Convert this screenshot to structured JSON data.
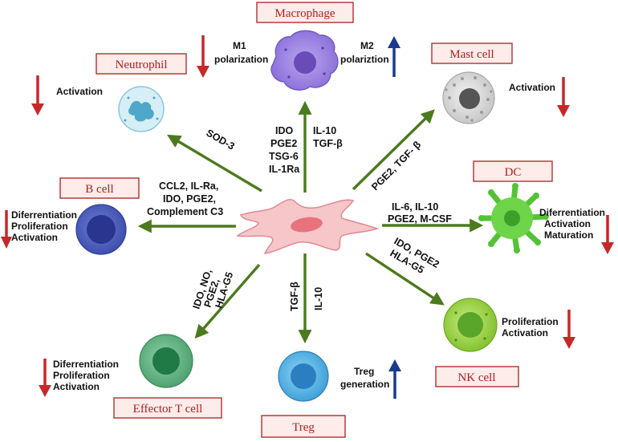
{
  "cells": {
    "macrophage": "Macrophage",
    "neutrophil": "Neutrophil",
    "mast_cell": "Mast cell",
    "dc": "DC",
    "b_cell": "B cell",
    "nk_cell": "NK cell",
    "effector_t_cell": "Effector T cell",
    "treg": "Treg"
  },
  "factors": {
    "macrophage": [
      "IDO",
      "PGE2",
      "TSG-6",
      "IL-1Ra"
    ],
    "macrophage_right": [
      "IL-10",
      "TGF-β"
    ],
    "neutrophil": "SOD-3",
    "mast_cell": "PGE2, TGF- β",
    "dc": [
      "IL-6, IL-10",
      "PGE2, M-CSF"
    ],
    "b_cell": [
      "CCL2, IL-Ra,",
      "IDO, PGE2,",
      "Complement C3"
    ],
    "nk_cell": [
      "IDO, PGE2",
      "HLA-G5"
    ],
    "effector_t_cell": [
      "IDO, NO,",
      "PGE2,",
      "HLA-G5"
    ],
    "treg": [
      "TGF-β",
      "IL-10"
    ]
  },
  "effects": {
    "macrophage_m1": [
      "M1",
      "polarization"
    ],
    "macrophage_m2": [
      "M2",
      "polariztion"
    ],
    "neutrophil": "Activation",
    "mast_cell": "Activation",
    "dc": [
      "Diferrentiation",
      "Activation",
      "Maturation"
    ],
    "b_cell": [
      "Diferrentiation",
      "Proliferation",
      "Activation"
    ],
    "nk_cell": [
      "Proliferation",
      "Activation"
    ],
    "effector_t_cell": [
      "Diferrentiation",
      "Proliferation",
      "Activation"
    ],
    "treg": [
      "Treg",
      "generation"
    ]
  },
  "colors": {
    "arrow_green": "#4c7a1e",
    "down_red": "#c62828",
    "up_blue": "#1a3a8f",
    "label_text": "#b01e1e",
    "label_fill": "#fdecea"
  },
  "icons": {
    "down": "down-arrow-icon",
    "up": "up-arrow-icon",
    "center": "msc-cell-icon"
  }
}
